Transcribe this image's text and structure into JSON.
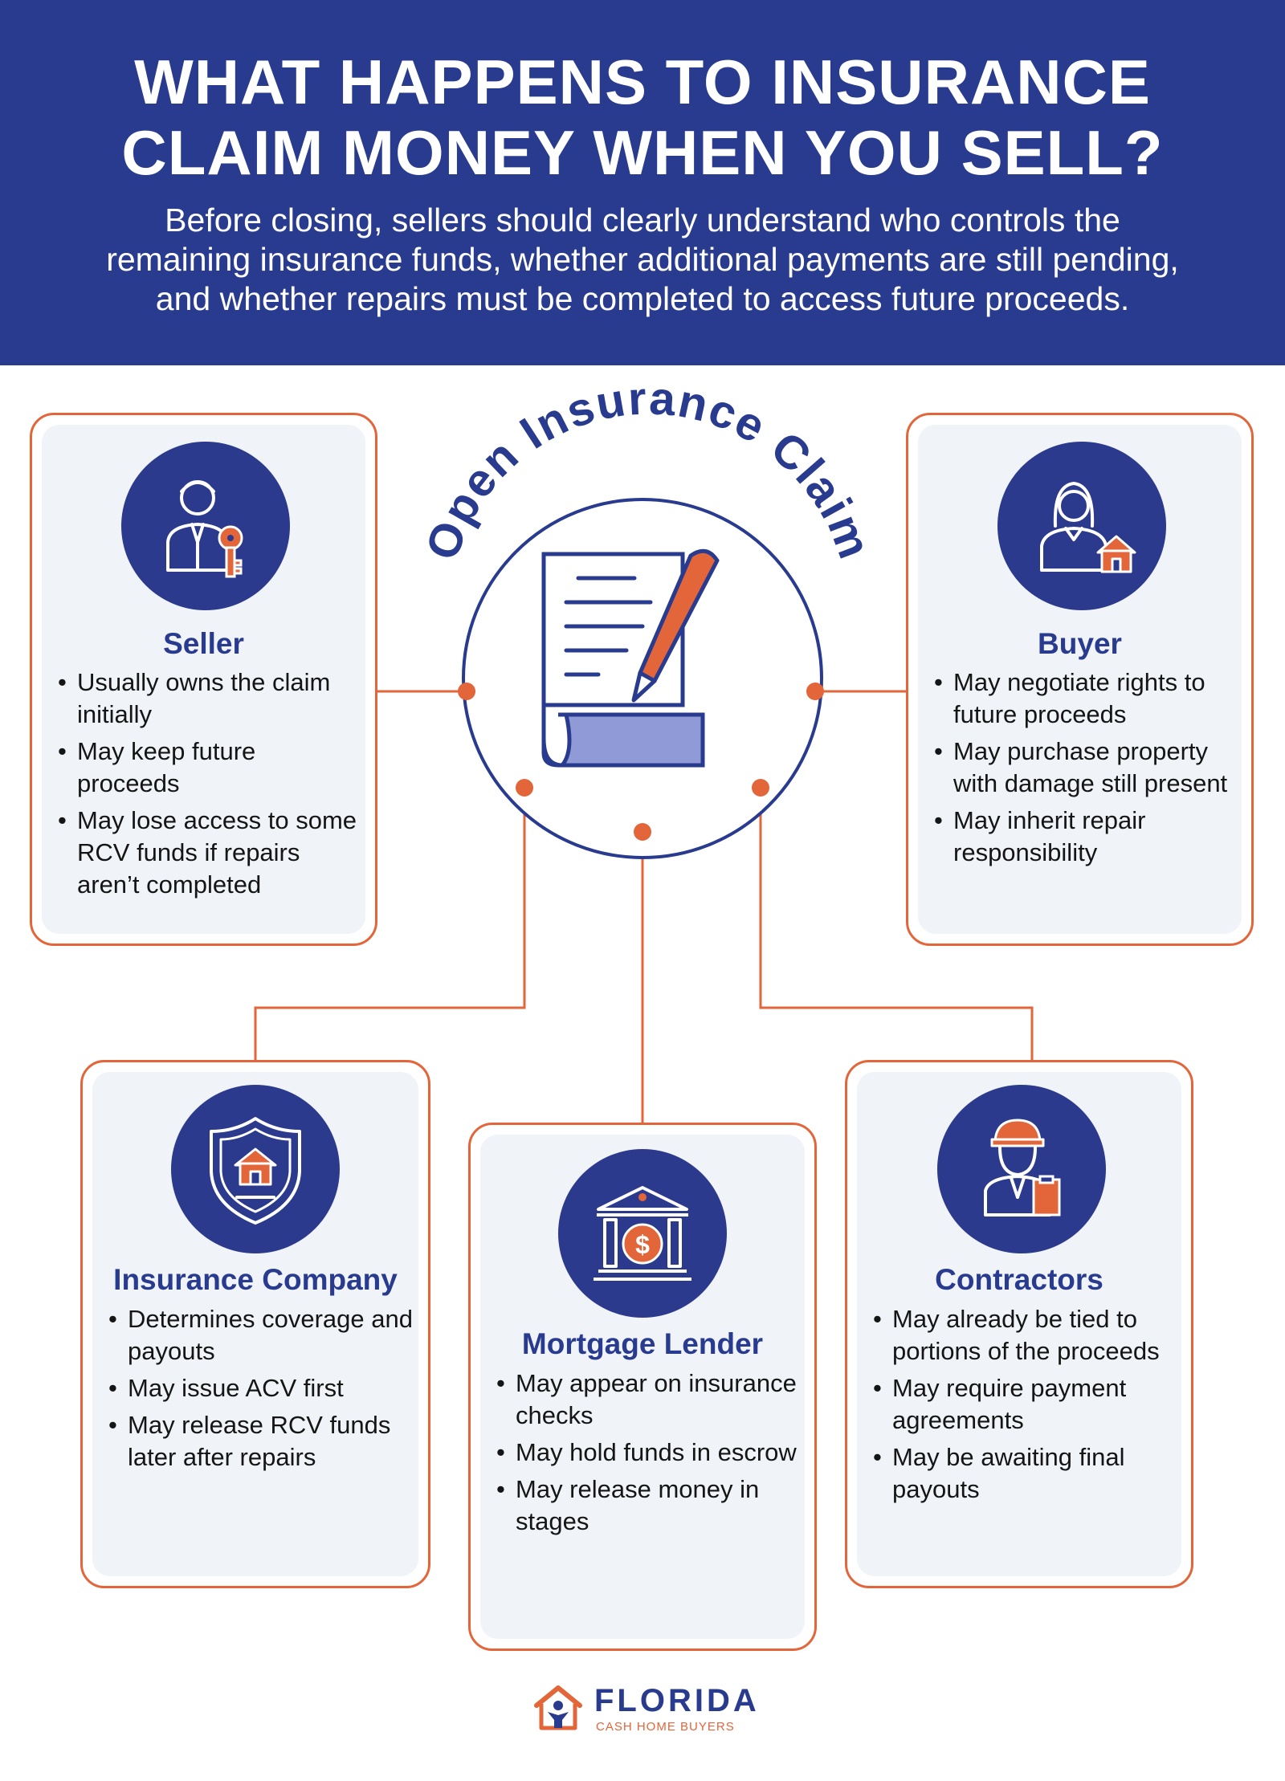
{
  "header": {
    "title_line1": "WHAT HAPPENS TO INSURANCE",
    "title_line2": "CLAIM MONEY WHEN YOU SELL?",
    "subtitle_line1": "Before closing, sellers should clearly understand who controls the",
    "subtitle_line2": "remaining insurance funds, whether additional payments are still pending,",
    "subtitle_line3": "and whether repairs must be completed to access future proceeds."
  },
  "center": {
    "title": "Open Insurance Claim",
    "icon": "document-pen-icon"
  },
  "colors": {
    "navy": "#283b8e",
    "orange": "#e3653a",
    "card_bg": "#f0f3f8"
  },
  "seller": {
    "title": "Seller",
    "icon": "seller-with-key-icon",
    "items": [
      "Usually owns the claim initially",
      "May keep future proceeds",
      "May lose access to some RCV funds if repairs aren’t completed"
    ]
  },
  "buyer": {
    "title": "Buyer",
    "icon": "buyer-with-house-icon",
    "items": [
      "May negotiate rights to future proceeds",
      "May purchase property with damage still present",
      "May inherit repair responsibility"
    ]
  },
  "insurance_company": {
    "title": "Insurance Company",
    "icon": "shield-house-icon",
    "items": [
      "Determines coverage and payouts",
      "May issue ACV first",
      "May release RCV funds later after repairs"
    ]
  },
  "mortgage_lender": {
    "title": "Mortgage Lender",
    "icon": "bank-dollar-icon",
    "items": [
      "May appear on insurance checks",
      "May hold funds in escrow",
      "May release money in stages"
    ]
  },
  "contractors": {
    "title": "Contractors",
    "icon": "contractor-clipboard-icon",
    "items": [
      "May already be tied to portions of the proceeds",
      "May require payment agreements",
      "May be awaiting final payouts"
    ]
  },
  "logo": {
    "word": "FLORIDA",
    "tagline": "CASH HOME BUYERS",
    "icon": "house-person-logo-icon"
  }
}
